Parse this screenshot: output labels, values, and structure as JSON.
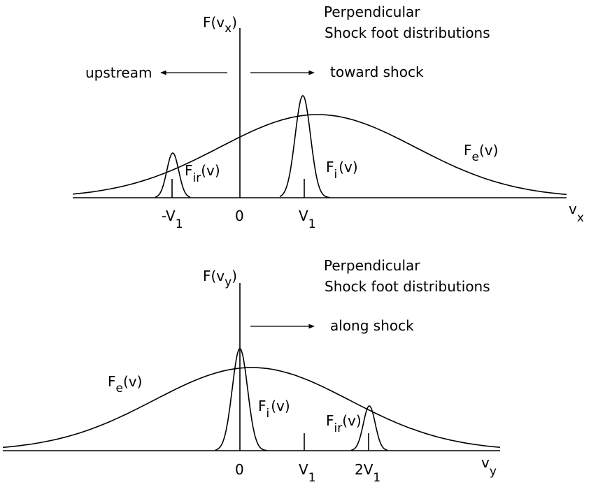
{
  "panels": [
    {
      "title_line1": "Perpendicular",
      "title_line2": "Shock foot distributions",
      "yaxis_main": "F(v",
      "yaxis_sub": "x",
      "yaxis_close": ")",
      "xaxis_main": "v",
      "xaxis_sub": "x",
      "left_arrow_label": "upstream",
      "right_arrow_label": "toward shock",
      "ticks": [
        {
          "main": "-V",
          "sub": "1"
        },
        {
          "main": "0",
          "sub": ""
        },
        {
          "main": "V",
          "sub": "1"
        }
      ],
      "labels": {
        "fe": {
          "main": "F",
          "sub": "e",
          "rest": "(v)"
        },
        "fi": {
          "main": "F",
          "sub": "i",
          "rest": "(v)"
        },
        "fir": {
          "main": "F",
          "sub": "ir",
          "rest": "(v)"
        }
      }
    },
    {
      "title_line1": "Perpendicular",
      "title_line2": "Shock foot distributions",
      "yaxis_main": "F(v",
      "yaxis_sub": "y",
      "yaxis_close": ")",
      "xaxis_main": "v",
      "xaxis_sub": "y",
      "right_arrow_label": "along shock",
      "ticks": [
        {
          "main": "0",
          "sub": ""
        },
        {
          "main": "V",
          "sub": "1"
        },
        {
          "main": "2V",
          "sub": "1"
        }
      ],
      "labels": {
        "fe": {
          "main": "F",
          "sub": "e",
          "rest": "(v)"
        },
        "fi": {
          "main": "F",
          "sub": "i",
          "rest": "(v)"
        },
        "fir": {
          "main": "F",
          "sub": "ir",
          "rest": "(v)"
        }
      }
    }
  ]
}
